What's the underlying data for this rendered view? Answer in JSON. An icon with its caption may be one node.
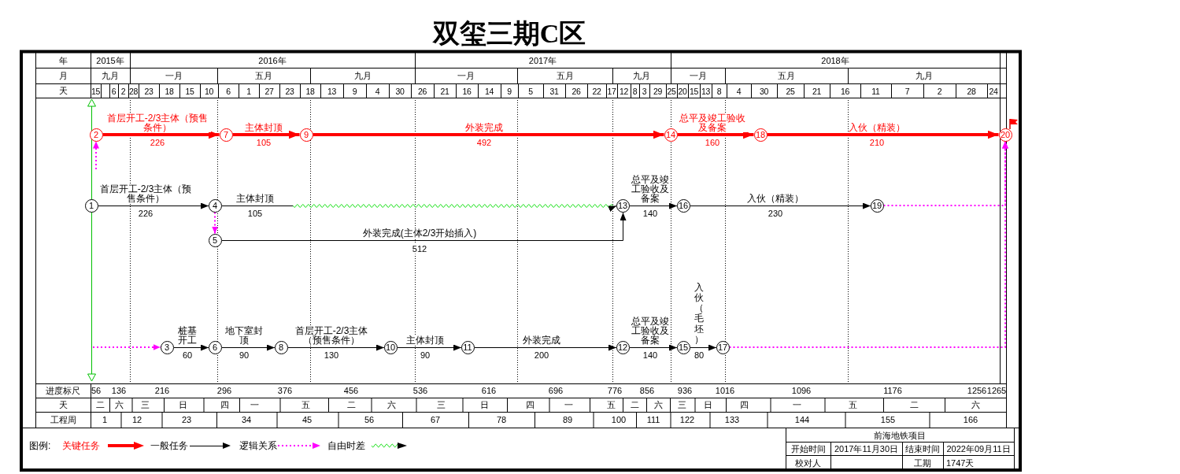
{
  "diagram": {
    "title": "双玺三期C区",
    "nodes": [
      {
        "text": [
          "2"
        ]
      },
      {
        "text": [
          "7"
        ]
      },
      {
        "text": [
          "9"
        ]
      },
      {
        "text": [
          "14"
        ]
      },
      {
        "text": [
          "18"
        ]
      },
      {
        "text": [
          "20"
        ]
      },
      {
        "text": [
          "1"
        ]
      },
      {
        "text": [
          "4"
        ]
      },
      {
        "text": [
          "13"
        ]
      },
      {
        "text": [
          "16"
        ]
      },
      {
        "text": [
          "19"
        ]
      },
      {
        "text": [
          "5"
        ]
      },
      {
        "text": [
          "3"
        ]
      },
      {
        "text": [
          "6"
        ]
      },
      {
        "text": [
          "8"
        ]
      },
      {
        "text": [
          "10"
        ]
      },
      {
        "text": [
          "11"
        ]
      },
      {
        "text": [
          "12"
        ]
      },
      {
        "text": [
          "15"
        ]
      },
      {
        "text": [
          "17"
        ]
      }
    ],
    "edges": [
      {
        "from": 0,
        "to": 1,
        "arrow": "to",
        "label": "首层开工-2/3主体（预售条件）",
        "style": "thick",
        "color": "#ff0000"
      },
      {
        "from": 1,
        "to": 2,
        "arrow": "to",
        "label": "主体封顶",
        "style": "thick",
        "color": "#ff0000"
      },
      {
        "from": 2,
        "to": 3,
        "arrow": "to",
        "label": "外装完成",
        "style": "thick",
        "color": "#ff0000"
      },
      {
        "from": 3,
        "to": 4,
        "arrow": "to",
        "label": "总平及竣工验收及备案",
        "style": "thick",
        "color": "#ff0000"
      },
      {
        "from": 4,
        "to": 5,
        "arrow": "to",
        "label": "入伙（精装）",
        "style": "thick",
        "color": "#ff0000"
      },
      {
        "from": null,
        "to": 0,
        "arrow": "to",
        "style": "dashed",
        "color": "#ff00ff"
      },
      {
        "from": 6,
        "to": 7,
        "arrow": "to",
        "label": "首层开工-2/3主体（预售条件）"
      },
      {
        "from": 7,
        "to": 8,
        "arrow": "to",
        "label": "主体封顶"
      },
      {
        "from": 7,
        "to": 11,
        "arrow": "to",
        "style": "dashed",
        "color": "#ff00ff"
      },
      {
        "from": 11,
        "to": 8,
        "arrow": "to",
        "label": "外装完成(主体2/3开始插入)"
      },
      {
        "from": 8,
        "to": 9,
        "arrow": "to",
        "label": "总平及竣工验收及备案"
      },
      {
        "from": 9,
        "to": 10,
        "arrow": "to",
        "label": "入伙（精装）"
      },
      {
        "from": 10,
        "to": 5,
        "arrow": "to",
        "style": "dashed",
        "color": "#ff00ff"
      },
      {
        "from": null,
        "to": 12,
        "arrow": "to",
        "style": "dashed",
        "color": "#ff00ff"
      },
      {
        "from": 12,
        "to": 13,
        "arrow": "to",
        "label": "桩基开工"
      },
      {
        "from": 13,
        "to": 14,
        "arrow": "to",
        "label": "地下室封顶"
      },
      {
        "from": 14,
        "to": 15,
        "arrow": "to",
        "label": "首层开工-2/3主体（预售条件）"
      },
      {
        "from": 15,
        "to": 16,
        "arrow": "to",
        "label": "主体封顶"
      },
      {
        "from": 16,
        "to": 17,
        "arrow": "to",
        "label": "外装完成"
      },
      {
        "from": 17,
        "to": 18,
        "arrow": "to",
        "label": "总平及竣工验收及备案"
      },
      {
        "from": 18,
        "to": 19,
        "arrow": "to",
        "label": "入伙（毛坯）"
      },
      {
        "from": 19,
        "to": 5,
        "arrow": "to",
        "style": "dashed",
        "color": "#ff00ff"
      }
    ],
    "labels": [
      "年",
      "2015年",
      "2016年",
      "2017年",
      "2018年",
      "月",
      "九月",
      "一月",
      "五月",
      "九月",
      "一月",
      "五月",
      "九月",
      "一月",
      "五月",
      "九月",
      "天",
      "15",
      "6",
      "2",
      "28",
      "23",
      "18",
      "15",
      "10",
      "6",
      "1",
      "27",
      "23",
      "18",
      "13",
      "9",
      "4",
      "30",
      "26",
      "21",
      "16",
      "14",
      "9",
      "5",
      "31",
      "26",
      "22",
      "17",
      "12",
      "8",
      "3",
      "29",
      "25",
      "20",
      "15",
      "13",
      "8",
      "4",
      "30",
      "25",
      "21",
      "16",
      "11",
      "7",
      "2",
      "28",
      "24",
      "226",
      "105",
      "492",
      "160",
      "210",
      "226",
      "105",
      "140",
      "230",
      "512",
      "60",
      "90",
      "130",
      "90",
      "200",
      "140",
      "80",
      "进度标尺",
      "56",
      "136",
      "216",
      "296",
      "376",
      "456",
      "536",
      "616",
      "696",
      "776",
      "856",
      "936",
      "1016",
      "1096",
      "1176",
      "1256",
      "1265",
      "天",
      "二",
      "六",
      "三",
      "日",
      "四",
      "一",
      "五",
      "二",
      "六",
      "三",
      "日",
      "四",
      "一",
      "五",
      "二",
      "六",
      "三",
      "日",
      "四",
      "一",
      "五",
      "二",
      "六",
      "工程周",
      "1",
      "12",
      "23",
      "34",
      "45",
      "56",
      "67",
      "78",
      "89",
      "100",
      "111",
      "122",
      "133",
      "144",
      "155",
      "166",
      "图例:",
      "前海地铁项目",
      "开始时间",
      "2017年11月30日",
      "结束时间",
      "2022年09月11日",
      "校对人",
      "工期",
      "1747天"
    ],
    "legend": [
      {
        "text": "关键任务"
      },
      {
        "text": "一般任务"
      },
      {
        "text": "逻辑关系"
      },
      {
        "text": "自由时差"
      }
    ]
  }
}
